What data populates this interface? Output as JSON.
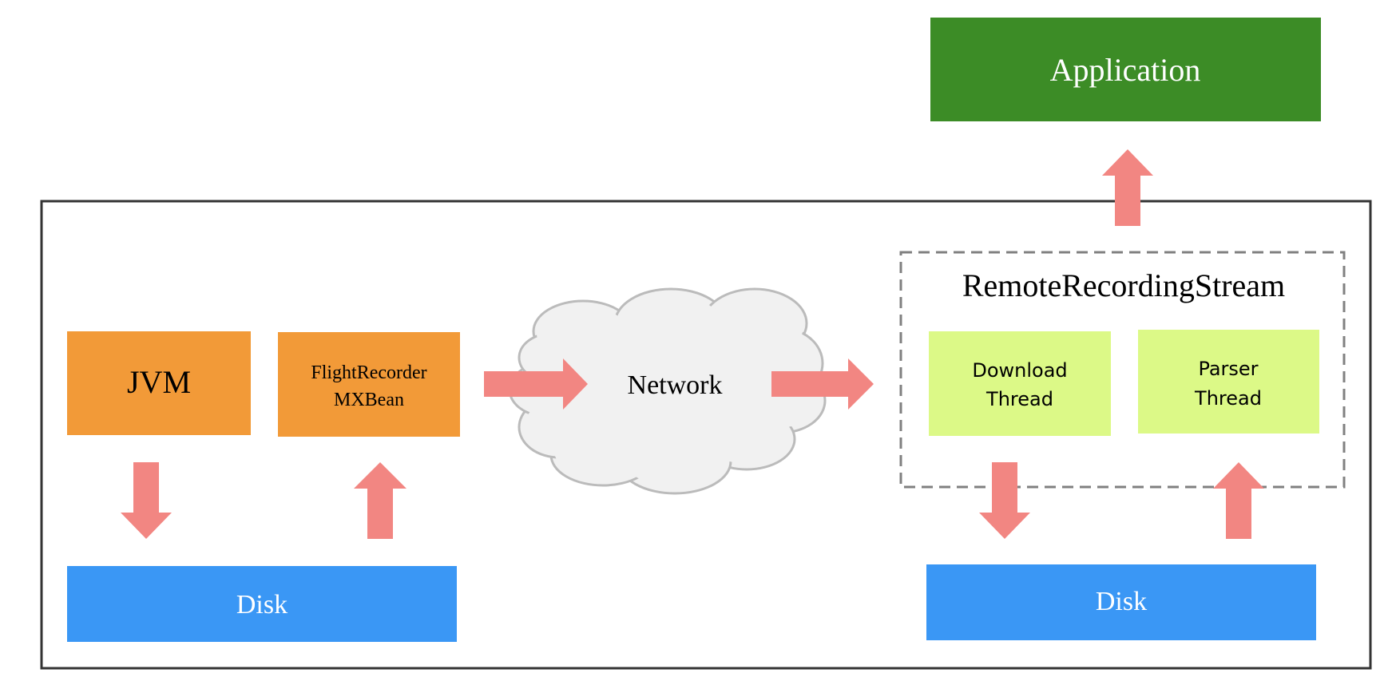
{
  "diagram": {
    "application": {
      "label": "Application",
      "color": "#3c8c26",
      "text_color": "#ffffff"
    },
    "jvm": {
      "label": "JVM",
      "color": "#f29a38"
    },
    "mxbean": {
      "line1": "FlightRecorder",
      "line2": "MXBean",
      "color": "#f29a38"
    },
    "network": {
      "label": "Network",
      "color": "#f1f1f1",
      "stroke": "#bbbbbb"
    },
    "stream": {
      "label": "RemoteRecordingStream",
      "border_color": "#808080"
    },
    "download_thread": {
      "line1": "Download",
      "line2": "Thread",
      "color": "#dcf987"
    },
    "parser_thread": {
      "line1": "Parser",
      "line2": "Thread",
      "color": "#dcf987"
    },
    "disk_left": {
      "label": "Disk",
      "color": "#3a97f5",
      "text_color": "#ffffff"
    },
    "disk_right": {
      "label": "Disk",
      "color": "#3a97f5",
      "text_color": "#ffffff"
    },
    "outer_border_color": "#333333",
    "arrow_color": "#f28682"
  }
}
